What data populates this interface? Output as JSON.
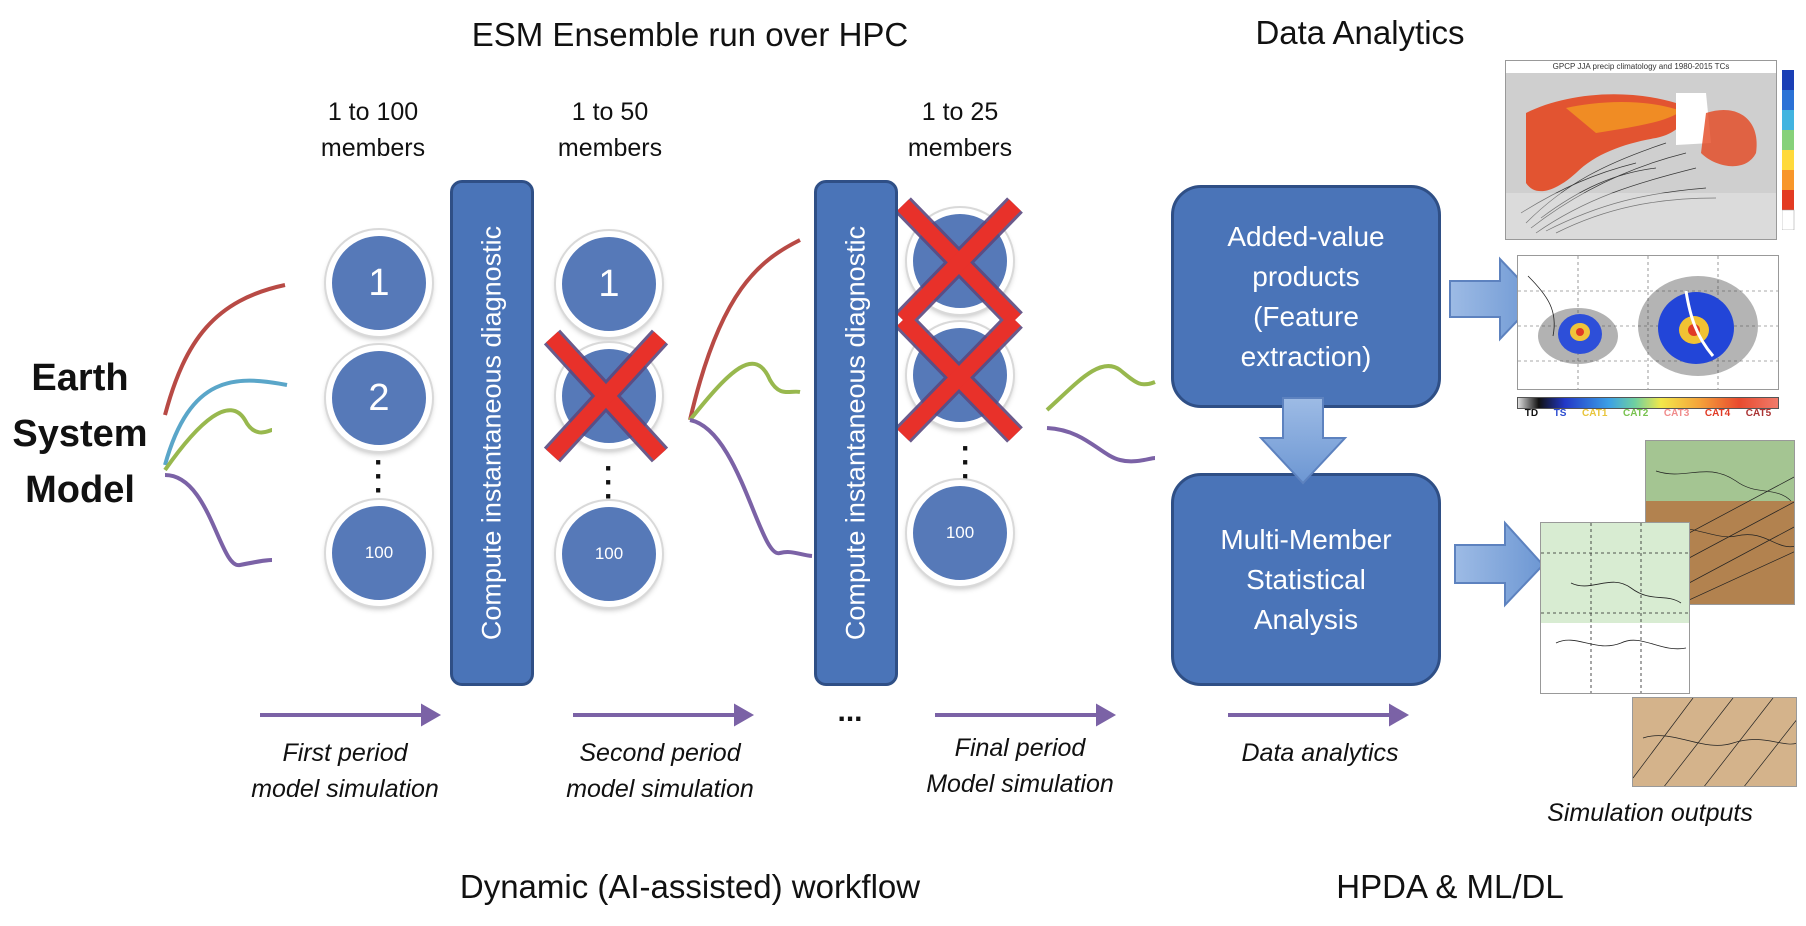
{
  "headings": {
    "ensemble": "ESM Ensemble run over HPC",
    "analytics": "Data Analytics",
    "workflow": "Dynamic (AI-assisted) workflow",
    "hpda": "HPDA & ML/DL"
  },
  "model_label": [
    "Earth",
    "System",
    "Model"
  ],
  "stages": [
    {
      "members": [
        "1 to 100",
        "members"
      ],
      "nodes": [
        "1",
        "2",
        "100"
      ]
    },
    {
      "members": [
        "1 to 50",
        "members"
      ],
      "nodes": [
        "1",
        "",
        "100"
      ]
    },
    {
      "members": [
        "1 to 25",
        "members"
      ],
      "nodes": [
        "",
        "",
        "100"
      ]
    }
  ],
  "diagnostic_label": "Compute instantaneous diagnostic",
  "periods": [
    [
      "First period",
      "model simulation"
    ],
    [
      "Second period",
      "model simulation"
    ],
    [
      "Final period",
      "Model simulation"
    ],
    [
      "Data analytics"
    ]
  ],
  "ellipsis": "...",
  "boxes": {
    "added_value": [
      "Added-value",
      "products",
      "(Feature",
      "extraction)"
    ],
    "statistical": [
      "Multi-Member",
      "Statistical",
      "Analysis"
    ]
  },
  "figures": {
    "map1_title": "GPCP JJA precip climatology and 1980-2015 TCs",
    "colorbar_labels": [
      "TD",
      "TS",
      "CAT1",
      "CAT2",
      "CAT3",
      "CAT4",
      "CAT5"
    ],
    "simulation_outputs": "Simulation outputs"
  },
  "colors": {
    "blue_shape": "#4a74b8",
    "blue_border": "#2f4f86",
    "arrow_purple": "#7b62a6",
    "cross_red": "#e8312a",
    "line_red": "#b84a45",
    "line_cyan": "#5aa6c9",
    "line_green": "#98b84e",
    "line_purple": "#7b62a6"
  }
}
